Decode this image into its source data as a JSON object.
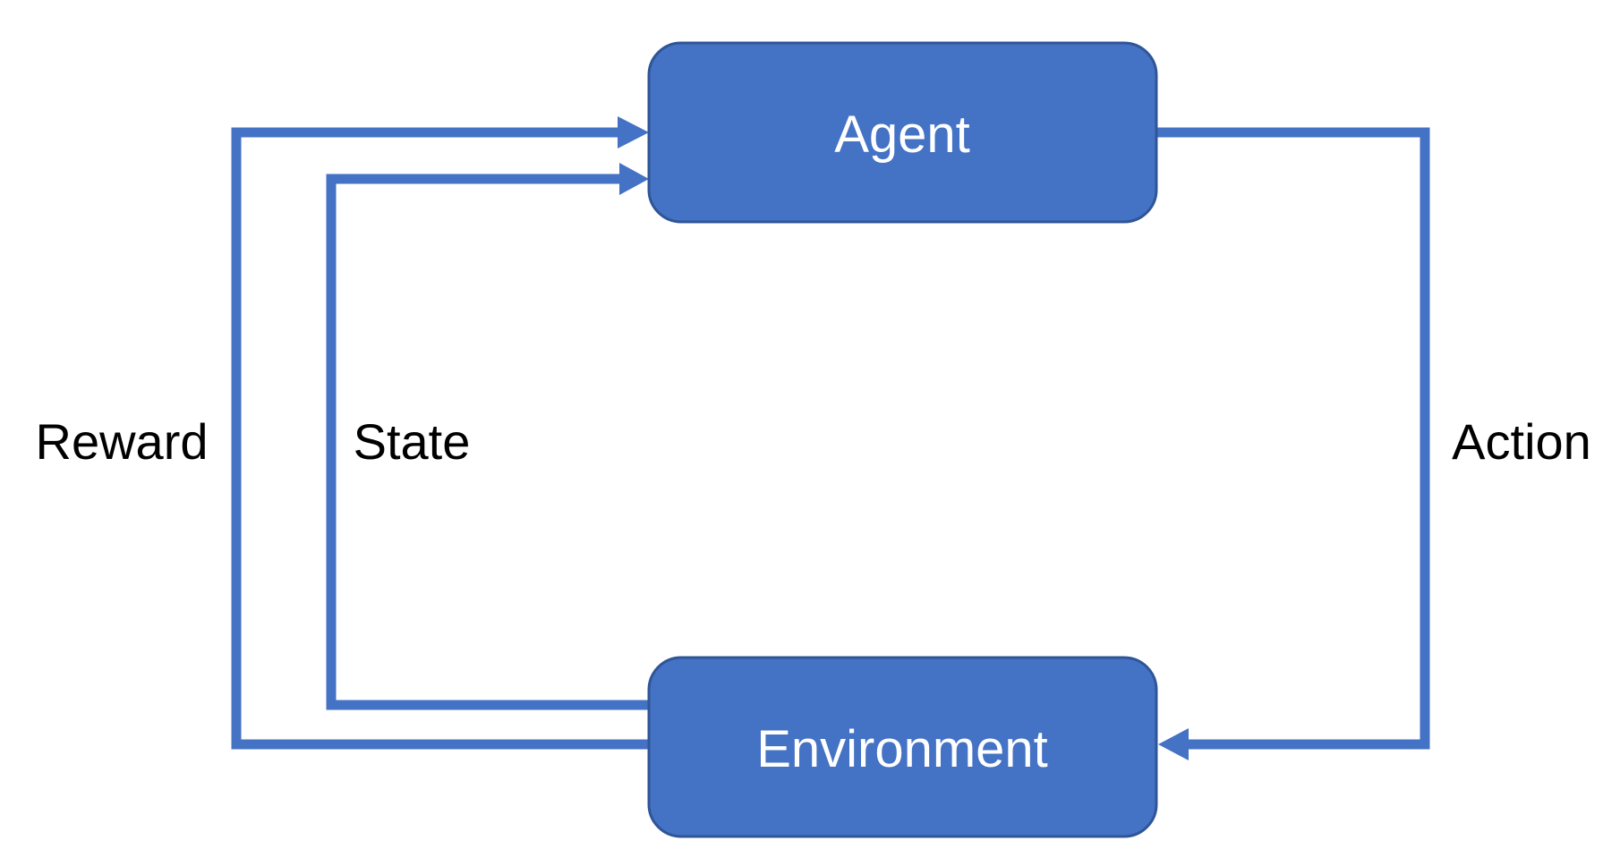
{
  "colors": {
    "node_fill": "#4472c4",
    "node_border": "#2f5597",
    "connector": "#4472c4",
    "node_text": "#ffffff",
    "label_text": "#000000",
    "background": "#ffffff"
  },
  "nodes": {
    "agent": {
      "label": "Agent"
    },
    "environment": {
      "label": "Environment"
    }
  },
  "edges": {
    "reward": {
      "label": "Reward",
      "from": "Environment",
      "to": "Agent"
    },
    "state": {
      "label": "State",
      "from": "Environment",
      "to": "Agent"
    },
    "action": {
      "label": "Action",
      "from": "Agent",
      "to": "Environment"
    }
  }
}
